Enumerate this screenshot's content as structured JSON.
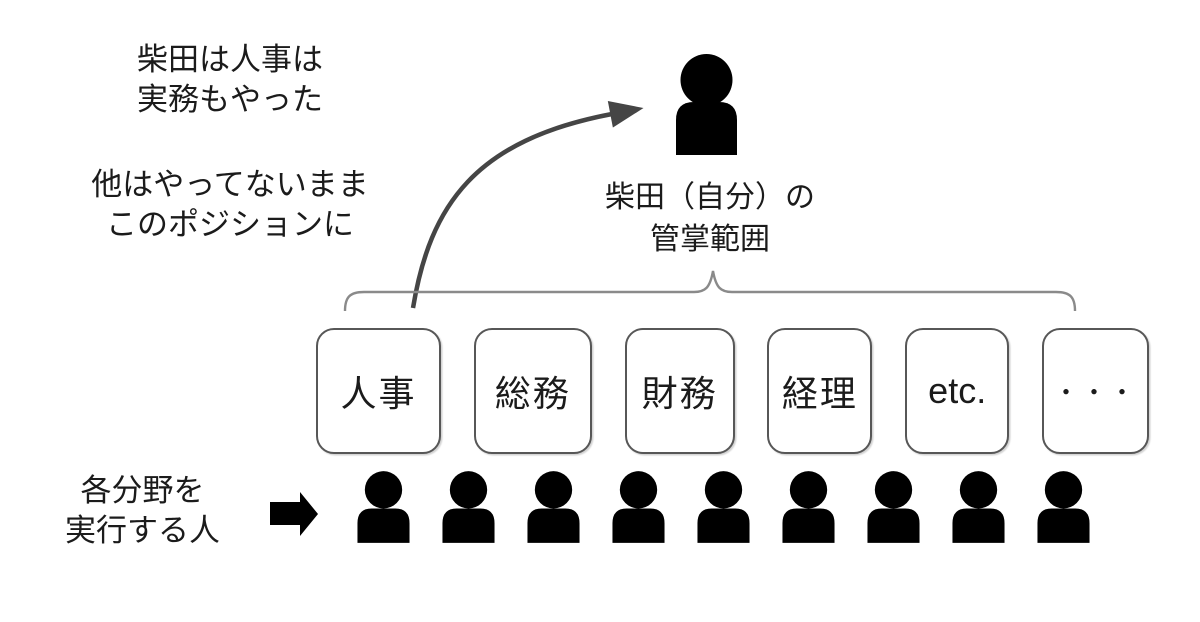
{
  "notes": {
    "experience": {
      "lines": [
        "柴田は人事は",
        "実務もやった"
      ]
    },
    "position": {
      "lines": [
        "他はやってないまま",
        "このポジションに"
      ]
    }
  },
  "manager": {
    "icon": "person-icon",
    "caption_lines": [
      "柴田（自分）の",
      "管掌範囲"
    ]
  },
  "departments": [
    {
      "label": "人事"
    },
    {
      "label": "総務"
    },
    {
      "label": "財務"
    },
    {
      "label": "経理"
    },
    {
      "label": "etc."
    },
    {
      "label": "・・・"
    }
  ],
  "executors": {
    "label_lines": [
      "各分野を",
      "実行する人"
    ],
    "icon": "person-icon",
    "count": 9
  },
  "connectors": {
    "curved_arrow": "from-hr-box-to-manager",
    "brace": "scope-over-departments",
    "block_arrow": "label-points-to-executors"
  },
  "colors": {
    "ink": "#1b1b1b",
    "arrow": "#454545",
    "brace": "#8a8a8a",
    "box_border": "#575757",
    "silhouette": "#000000",
    "background": "#ffffff"
  }
}
